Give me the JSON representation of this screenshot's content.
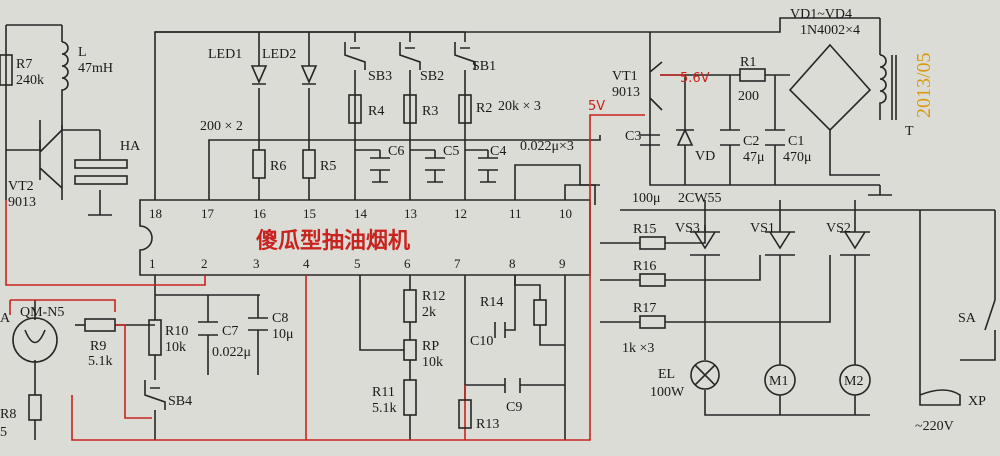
{
  "ic": {
    "title": "傻瓜型抽油烟机",
    "pins_top": [
      "18",
      "17",
      "16",
      "15",
      "14",
      "13",
      "12",
      "11",
      "10"
    ],
    "pins_bottom": [
      "1",
      "2",
      "3",
      "4",
      "5",
      "6",
      "7",
      "8",
      "9"
    ]
  },
  "components": {
    "R7": [
      "R7",
      "240k"
    ],
    "L": [
      "L",
      "47mH"
    ],
    "HA": "HA",
    "VT2": [
      "VT2",
      "9013"
    ],
    "LED1": "LED1",
    "LED2": "LED2",
    "led_r": "200 × 2",
    "R6": "R6",
    "R5": "R5",
    "SB3": "SB3",
    "SB2": "SB2",
    "SB1": "SB1",
    "R4": "R4",
    "R3": "R3",
    "R2": "R2",
    "r_val": "20k × 3",
    "C6": "C6",
    "C5": "C5",
    "C4": "C4",
    "c_val": "0.022μ×3",
    "VT1": [
      "VT1",
      "9013"
    ],
    "v56": "5.6V",
    "v5": "5V",
    "R1": [
      "R1",
      "200"
    ],
    "C3": "C3",
    "c3v": "100μ",
    "VD": "VD",
    "zener": "2CW55",
    "C2": [
      "C2",
      "47μ"
    ],
    "C1": [
      "C1",
      "470μ"
    ],
    "VD1VD4": [
      "VD1~VD4",
      "1N4002×4"
    ],
    "T": "T",
    "date": "2013/05",
    "VS3": "VS3",
    "VS1": "VS1",
    "VS2": "VS2",
    "R15": "R15",
    "R16": "R16",
    "R17": "R17",
    "r17v": "1k ×3",
    "EL": [
      "EL",
      "100W"
    ],
    "M1": "M1",
    "M2": "M2",
    "SA": "SA",
    "XP": "XP",
    "mains": "~220V",
    "QM": "QM-N5",
    "A": "A",
    "R9": [
      "R9",
      "5.1k"
    ],
    "R8": [
      "R8",
      "5"
    ],
    "R10": [
      "R10",
      "10k"
    ],
    "C7": [
      "C7",
      "0.022μ"
    ],
    "C8": [
      "C8",
      "10μ"
    ],
    "SB4": "SB4",
    "R12": [
      "R12",
      "2k"
    ],
    "RP": [
      "RP",
      "10k"
    ],
    "R11": [
      "R11",
      "5.1k"
    ],
    "R14": "R14",
    "C10": "C10",
    "C9": "C9",
    "R13": "R13"
  }
}
